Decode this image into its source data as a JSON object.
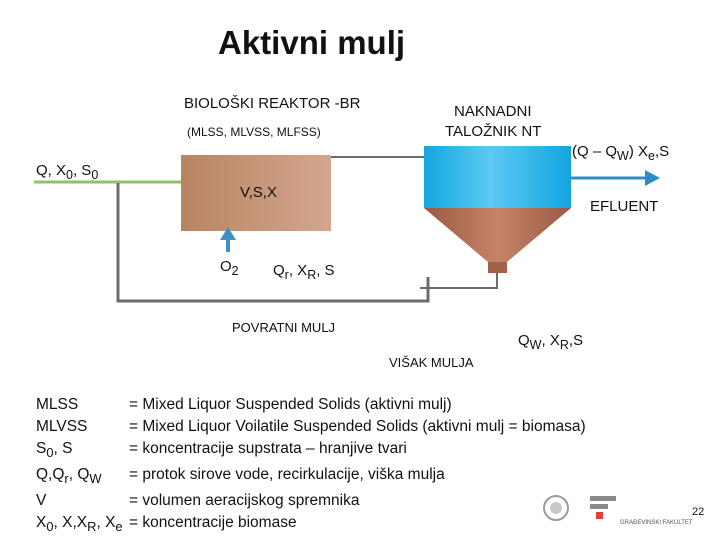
{
  "title": "Aktivni mulj",
  "labels": {
    "reactor": "BIOLOŠKI REAKTOR -BR",
    "reactor_params": "(MLSS, MLVSS, MLFSS)",
    "clarifier_line1": "NAKNADNI",
    "clarifier_line2": "TALOŽNIK NT",
    "inflow": "Q, X0, S0",
    "reactor_content": "V,S,X",
    "effluent_formula": "(Q – QW) Xe,S",
    "effluent": "EFLUENT",
    "oxygen": "O2",
    "recycle_stream": "Qr, XR, S",
    "return_sludge": "POVRATNI MULJ",
    "waste_stream": "QW, XR,S",
    "waste_sludge": "VIŠAK MULJA"
  },
  "legend": [
    {
      "term": "MLSS",
      "definition": "= Mixed Liquor Suspended Solids (aktivni mulj)"
    },
    {
      "term": "MLVSS",
      "definition": "= Mixed Liquor Voilatile Suspended Solids (aktivni mulj = biomasa)"
    },
    {
      "term": "S0, S",
      "definition": "= koncentracije supstrata – hranjive tvari"
    },
    {
      "term": "Q,Qr, QW",
      "definition": "= protok sirove vode, recirkulacije, viška mulja"
    },
    {
      "term": "V",
      "definition": "= volumen aeracijskog spremnika"
    },
    {
      "term": "X0, X,XR, Xe",
      "definition": "= koncentracije biomase"
    }
  ],
  "logo_text": "GRAĐEVINSKI FAKULTET",
  "page_number": "22",
  "colors": {
    "reactor": "#c9967a",
    "clarifier": "#1aa9e2",
    "hopper": "#a0604a",
    "inflow_line": "#8fc06a",
    "return_line": "#6d6d6d",
    "oxygen_arrow": "#3d8fc4",
    "effluent_arrow": "#2f8ccc",
    "logo_accent": "#e0403a"
  }
}
